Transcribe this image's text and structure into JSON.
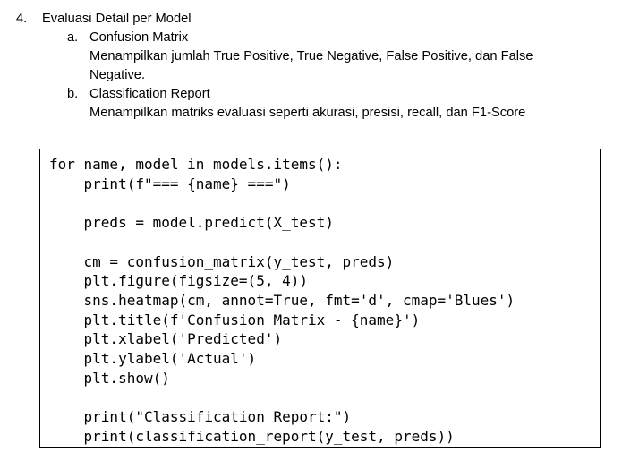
{
  "page": {
    "background_color": "#ffffff",
    "text_color": "#000000"
  },
  "list": {
    "number": "4.",
    "title": "Evaluasi Detail per Model",
    "items": [
      {
        "marker": "a.",
        "title": "Confusion Matrix",
        "desc_lines": [
          "Menampilkan jumlah True Positive, True Negative, False Positive, dan False",
          "Negative."
        ]
      },
      {
        "marker": "b.",
        "title": "Classification Report",
        "desc_lines": [
          "Menampilkan matriks evaluasi seperti akurasi, presisi, recall, dan F1-Score"
        ]
      }
    ]
  },
  "code_block": {
    "border_color": "#000000",
    "text": "for name, model in models.items():\n    print(f\"=== {name} ===\")\n\n    preds = model.predict(X_test)\n\n    cm = confusion_matrix(y_test, preds)\n    plt.figure(figsize=(5, 4))\n    sns.heatmap(cm, annot=True, fmt='d', cmap='Blues')\n    plt.title(f'Confusion Matrix - {name}')\n    plt.xlabel('Predicted')\n    plt.ylabel('Actual')\n    plt.show()\n\n    print(\"Classification Report:\")\n    print(classification_report(y_test, preds))"
  }
}
